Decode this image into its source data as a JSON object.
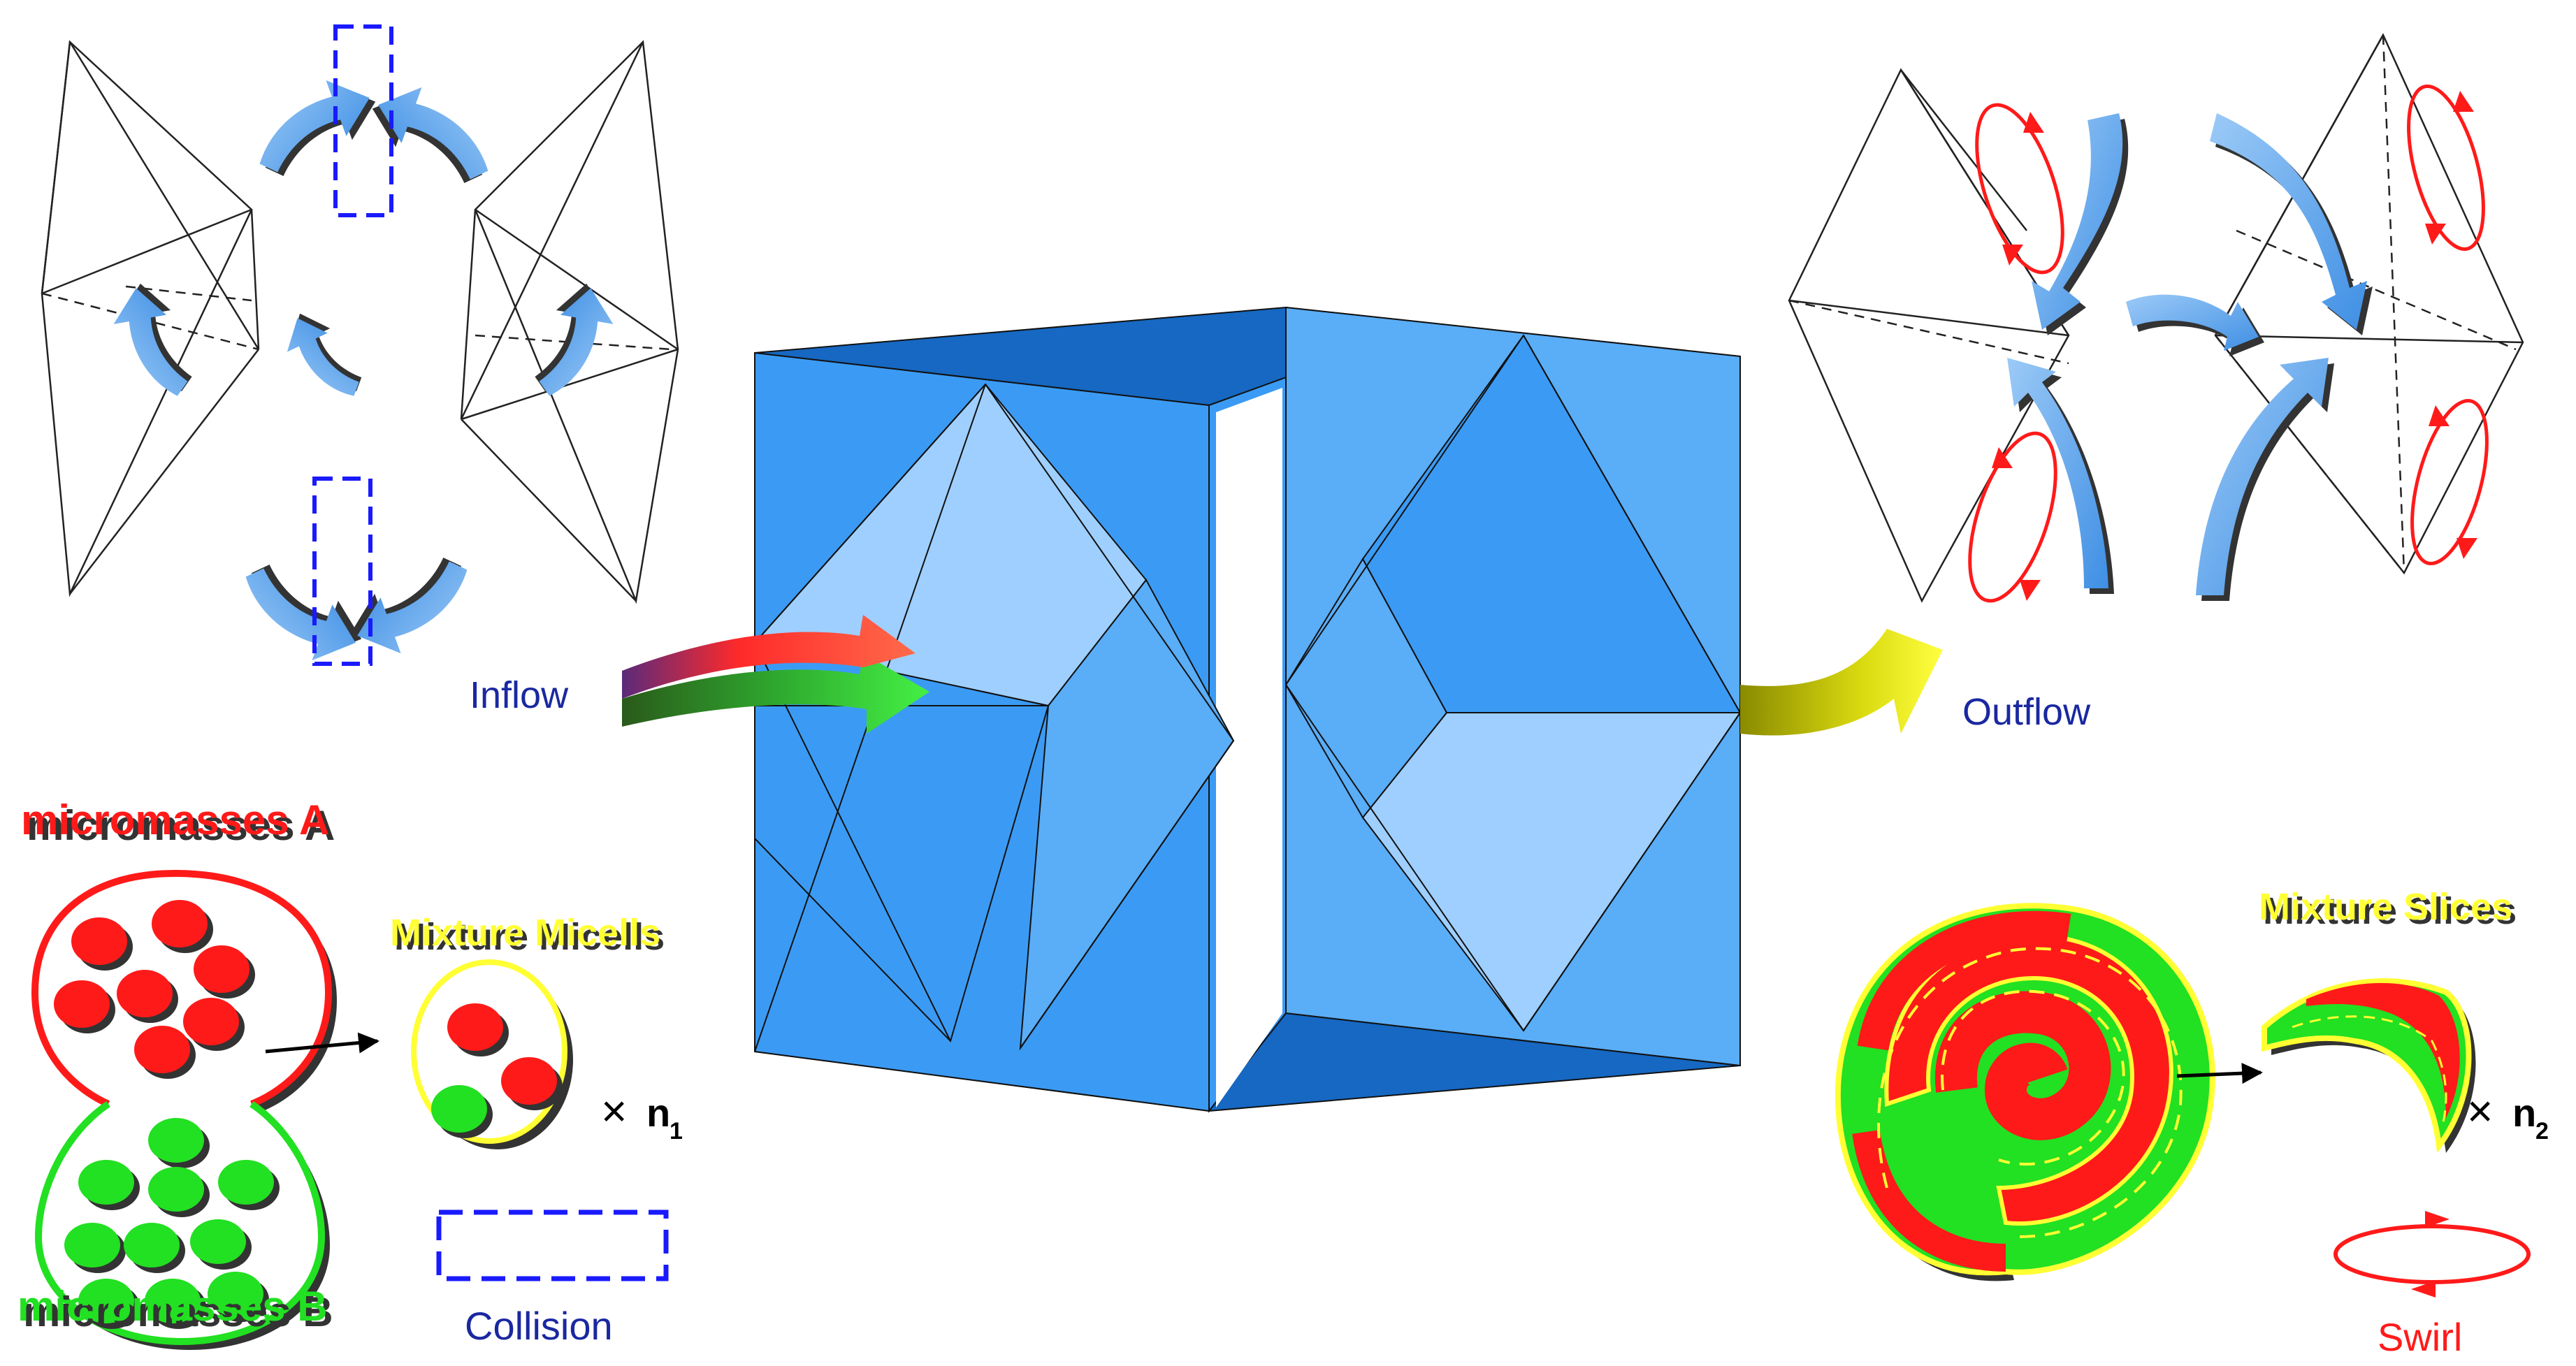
{
  "labels": {
    "inflow": "Inflow",
    "outflow": "Outflow",
    "micromasses_a": "micromasses A",
    "micromasses_b": "micromasses B",
    "mixture_micells": "Mixture Micells",
    "mixture_slices": "Mixture Slices",
    "collision": "Collision",
    "swirl": "Swirl",
    "times_symbol": "×",
    "n1_base": "n",
    "n1_sub": "1",
    "n2_base": "n",
    "n2_sub": "2"
  },
  "colors": {
    "cube_light": "#9fcfff",
    "cube_mid": "#5aadf7",
    "cube_main": "#3b9bf4",
    "cube_dark": "#1668c2",
    "arrow_blue": "#62a8ef",
    "red": "#ff1a1a",
    "green": "#22e022",
    "yellow": "#ffff33",
    "dashed_blue": "#1a1aff",
    "label_blue": "#1a28a0",
    "swirl_red": "#ff1a1a"
  }
}
